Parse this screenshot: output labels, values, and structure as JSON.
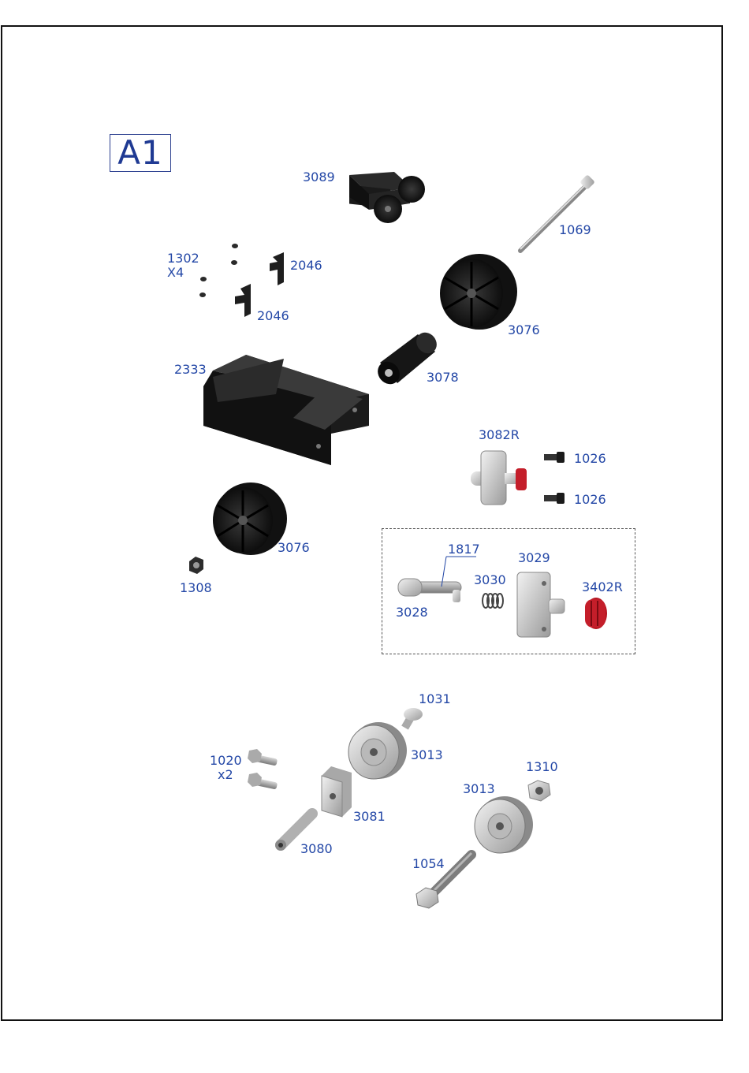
{
  "sheet": {
    "label": "A1"
  },
  "colors": {
    "label_blue": "#2347a6",
    "part_dark": "#1e1e1e",
    "part_grey": "#c9c9c9",
    "part_red": "#c41e2a"
  },
  "parts": {
    "p3089": "3089",
    "p1069": "1069",
    "p1302": "1302",
    "p1302_qty": "X4",
    "p2046a": "2046",
    "p2046b": "2046",
    "p3076a": "3076",
    "p3078": "3078",
    "p2333": "2333",
    "p3082R": "3082R",
    "p1026a": "1026",
    "p1026b": "1026",
    "p3076b": "3076",
    "p1308": "1308",
    "p1817": "1817",
    "p3029": "3029",
    "p3030": "3030",
    "p3402R": "3402R",
    "p3028": "3028",
    "p1031": "1031",
    "p1020": "1020",
    "p1020_qty": "x2",
    "p3013a": "3013",
    "p1310": "1310",
    "p3013b": "3013",
    "p3081": "3081",
    "p3080": "3080",
    "p1054": "1054"
  }
}
